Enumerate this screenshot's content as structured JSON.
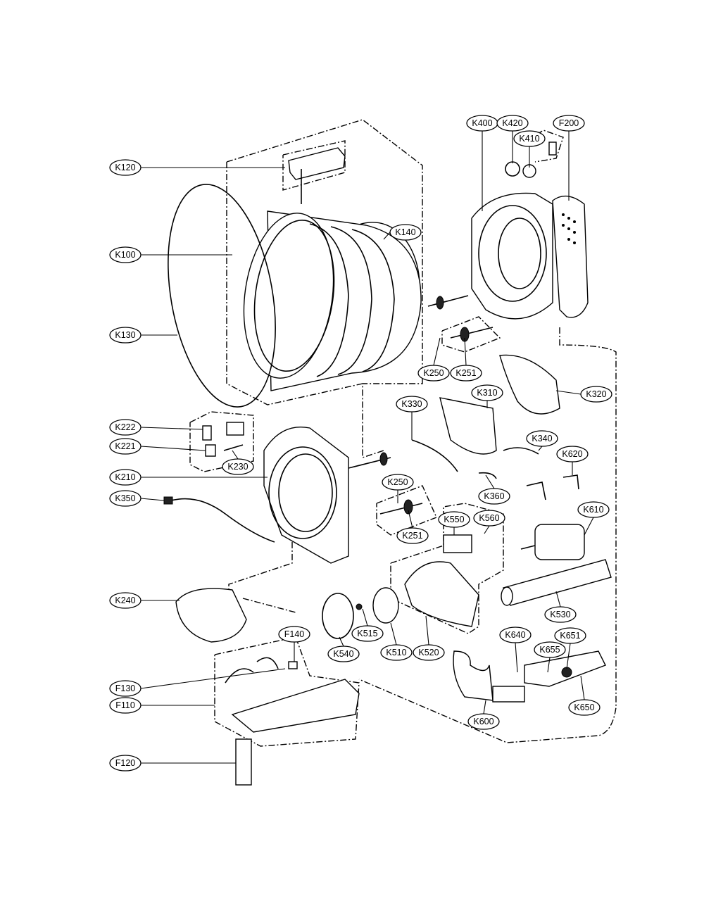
{
  "diagram": {
    "type": "exploded parts diagram",
    "labels": [
      "K120",
      "K100",
      "K130",
      "K140",
      "K400",
      "K420",
      "K410",
      "F200",
      "K250",
      "K251",
      "K320",
      "K330",
      "K310",
      "K222",
      "K221",
      "K230",
      "K210",
      "K340",
      "K620",
      "K350",
      "K250",
      "K360",
      "K610",
      "K550",
      "K560",
      "K251",
      "K240",
      "K530",
      "K515",
      "F140",
      "K640",
      "K651",
      "K655",
      "K540",
      "K510",
      "K520",
      "F130",
      "F110",
      "K600",
      "K650",
      "F120"
    ]
  }
}
